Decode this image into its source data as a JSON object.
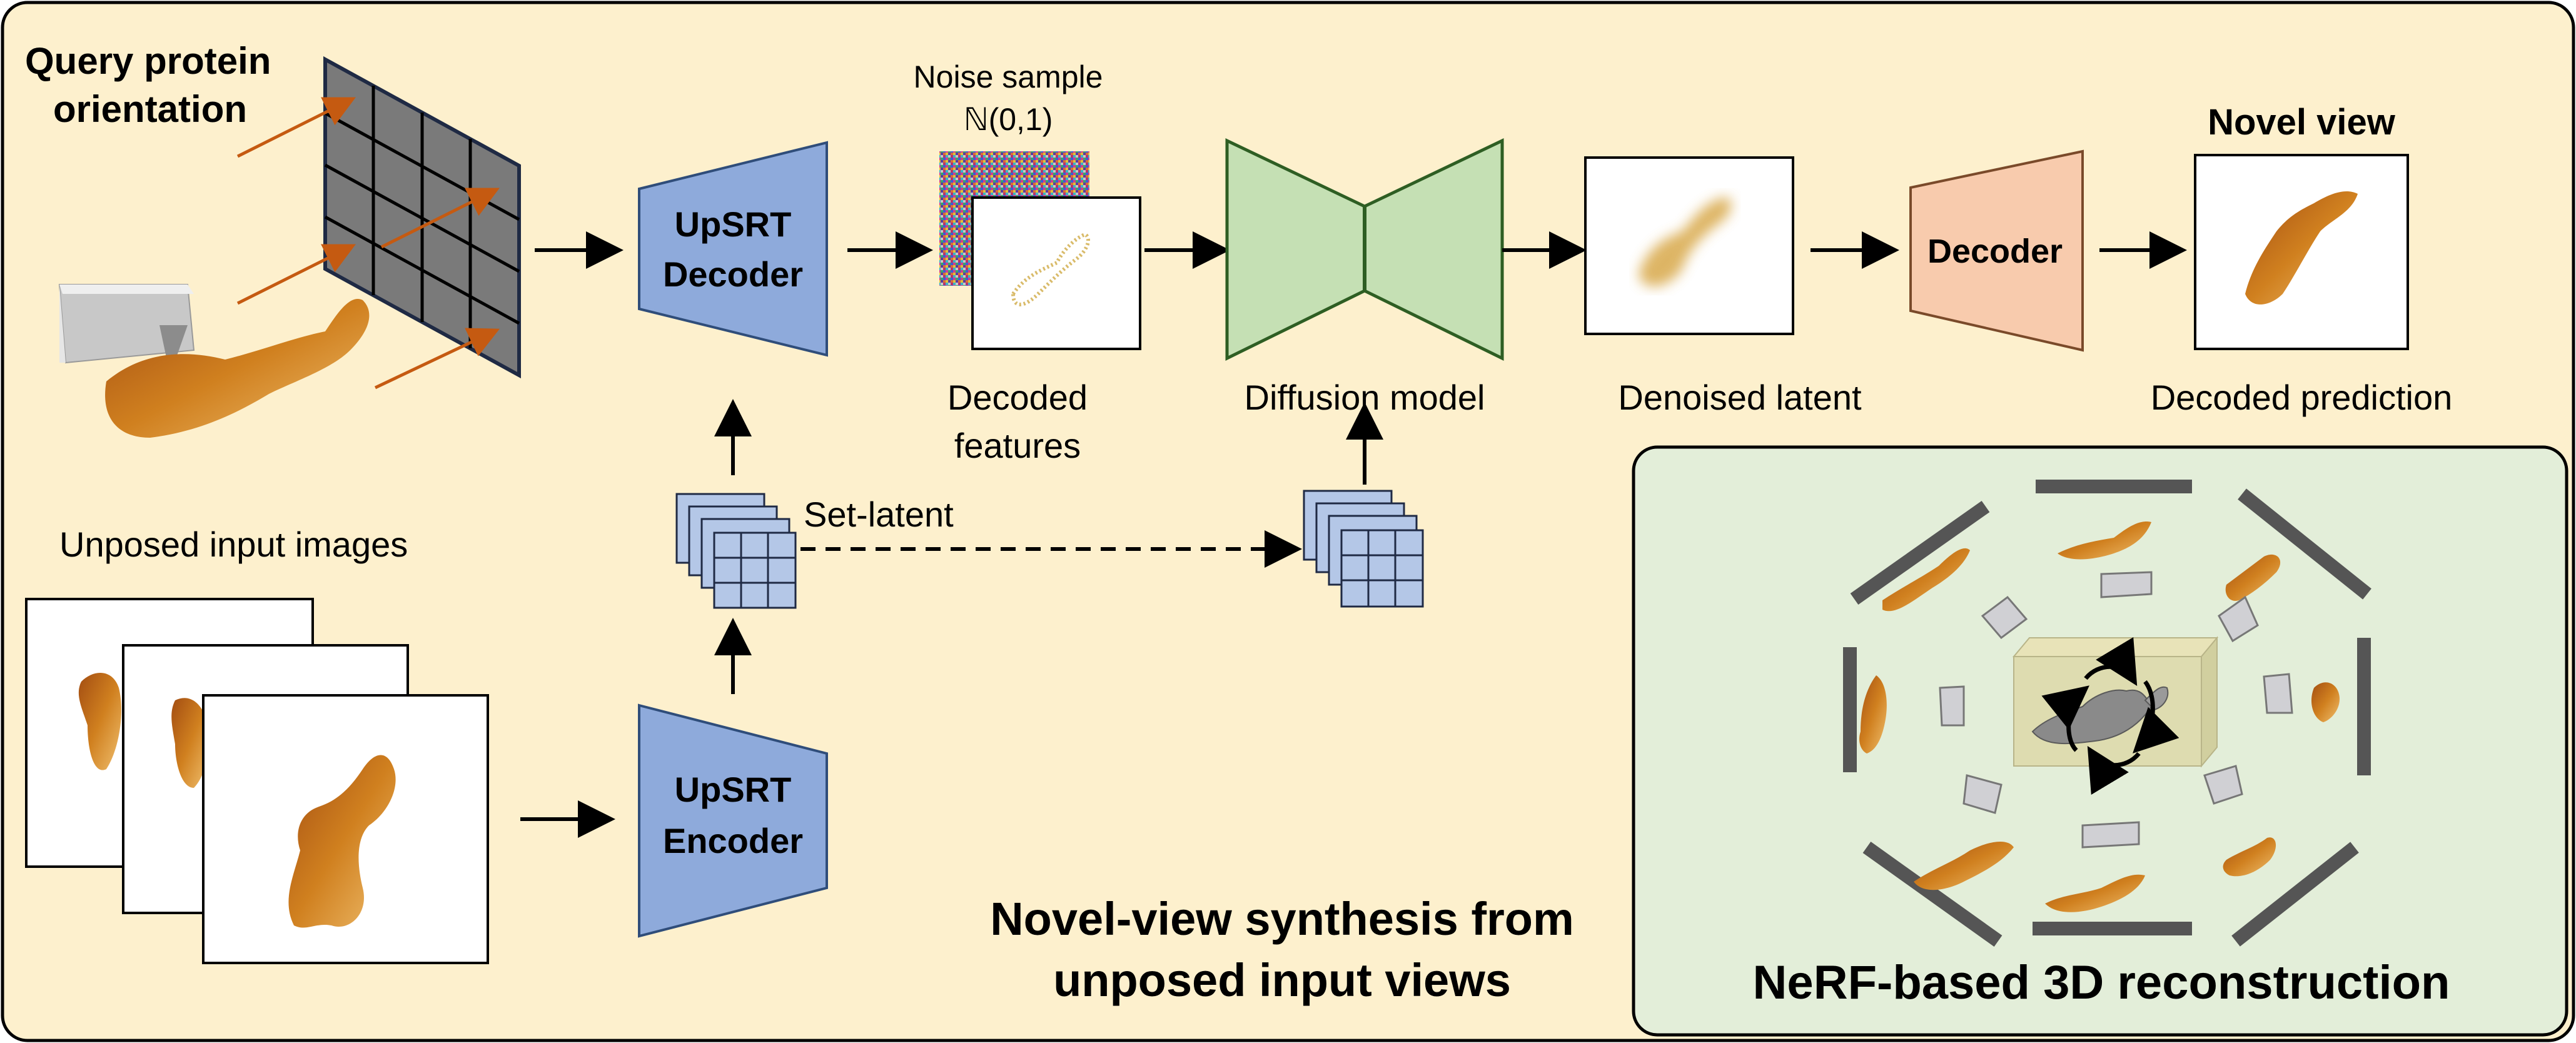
{
  "colors": {
    "main_panel_bg": "#fdf0cd",
    "inset_panel_bg": "#e3eed9",
    "upsrt_block": "#8eaadb",
    "diffusion_block": "#c5e0b4",
    "decoder_block": "#f8cbad",
    "latent_grid": "#b4c7e7",
    "screen_cell": "#7a7a7a",
    "screen_frame": "#1f2a44",
    "query_arrow": "#c55a11",
    "protein": "#c9741e",
    "outline": "#000000"
  },
  "labels": {
    "query_title": "Query protein orientation",
    "query_title_line1": "Query protein",
    "query_title_line2": "orientation",
    "unposed_inputs": "Unposed input images",
    "upsrt_decoder_line1": "UpSRT",
    "upsrt_decoder_line2": "Decoder",
    "upsrt_encoder_line1": "UpSRT",
    "upsrt_encoder_line2": "Encoder",
    "noise_sample": "Noise sample",
    "noise_dist": "ℕ(0,1)",
    "decoded_features_line1": "Decoded",
    "decoded_features_line2": "features",
    "set_latent": "Set-latent",
    "diffusion_model": "Diffusion model",
    "denoised_latent": "Denoised latent",
    "decoder": "Decoder",
    "novel_view": "Novel view",
    "decoded_prediction": "Decoded prediction",
    "main_caption_line1": "Novel-view synthesis from",
    "main_caption_line2": "unposed input views",
    "nerf_caption": "NeRF-based 3D reconstruction"
  },
  "icons": [
    "detector-grid-icon",
    "afm-tip-icon",
    "protein-icon",
    "latent-grid-icon",
    "noise-image-icon",
    "camera-icon",
    "rotation-arrows-icon"
  ]
}
